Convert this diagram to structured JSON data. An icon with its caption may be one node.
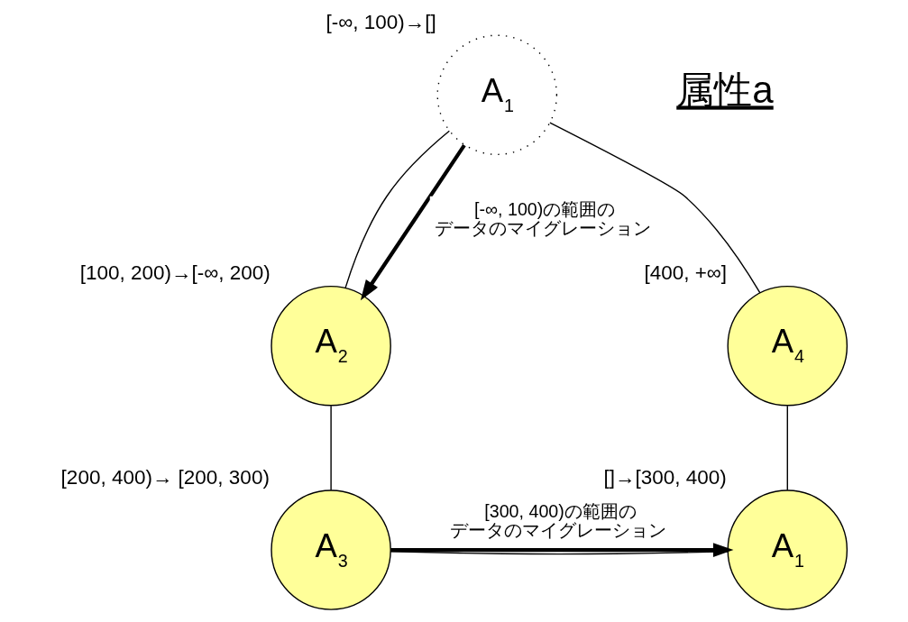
{
  "diagram": {
    "nodes": [
      {
        "text": [
          "A$_{1}$"
        ],
        "beside": [
          "[-∞, 100)→[]"
        ]
      },
      {
        "text": [
          "A$_{2}$"
        ],
        "beside": [
          "[100, 200)→[-∞, 200)"
        ]
      },
      {
        "text": [
          "A$_{3}$"
        ],
        "beside": [
          "[200, 400)→ [200, 300)"
        ]
      },
      {
        "text": [
          "A$_{1}$"
        ],
        "beside": [
          "[]→[300, 400)"
        ]
      },
      {
        "text": [
          "A$_{4}$"
        ],
        "beside": [
          "[400, +∞]"
        ]
      }
    ],
    "edges": [
      {
        "from": 0,
        "to": 1,
        "arrow": "none"
      },
      {
        "from": 1,
        "to": 2,
        "arrow": "none"
      },
      {
        "from": 2,
        "to": 3,
        "arrow": "none"
      },
      {
        "from": 3,
        "to": 4,
        "arrow": "none"
      },
      {
        "from": 4,
        "to": 0,
        "arrow": "none"
      },
      {
        "from": 0,
        "to": 1,
        "arrow": "to",
        "style": "thick",
        "label": "[-∞, 100)の範囲のデータのマイグレーション"
      },
      {
        "from": 2,
        "to": 3,
        "arrow": "to",
        "style": "thick",
        "label": "[300, 400)の範囲のデータのマイグレーション"
      }
    ],
    "labels": [
      "属性a"
    ]
  }
}
